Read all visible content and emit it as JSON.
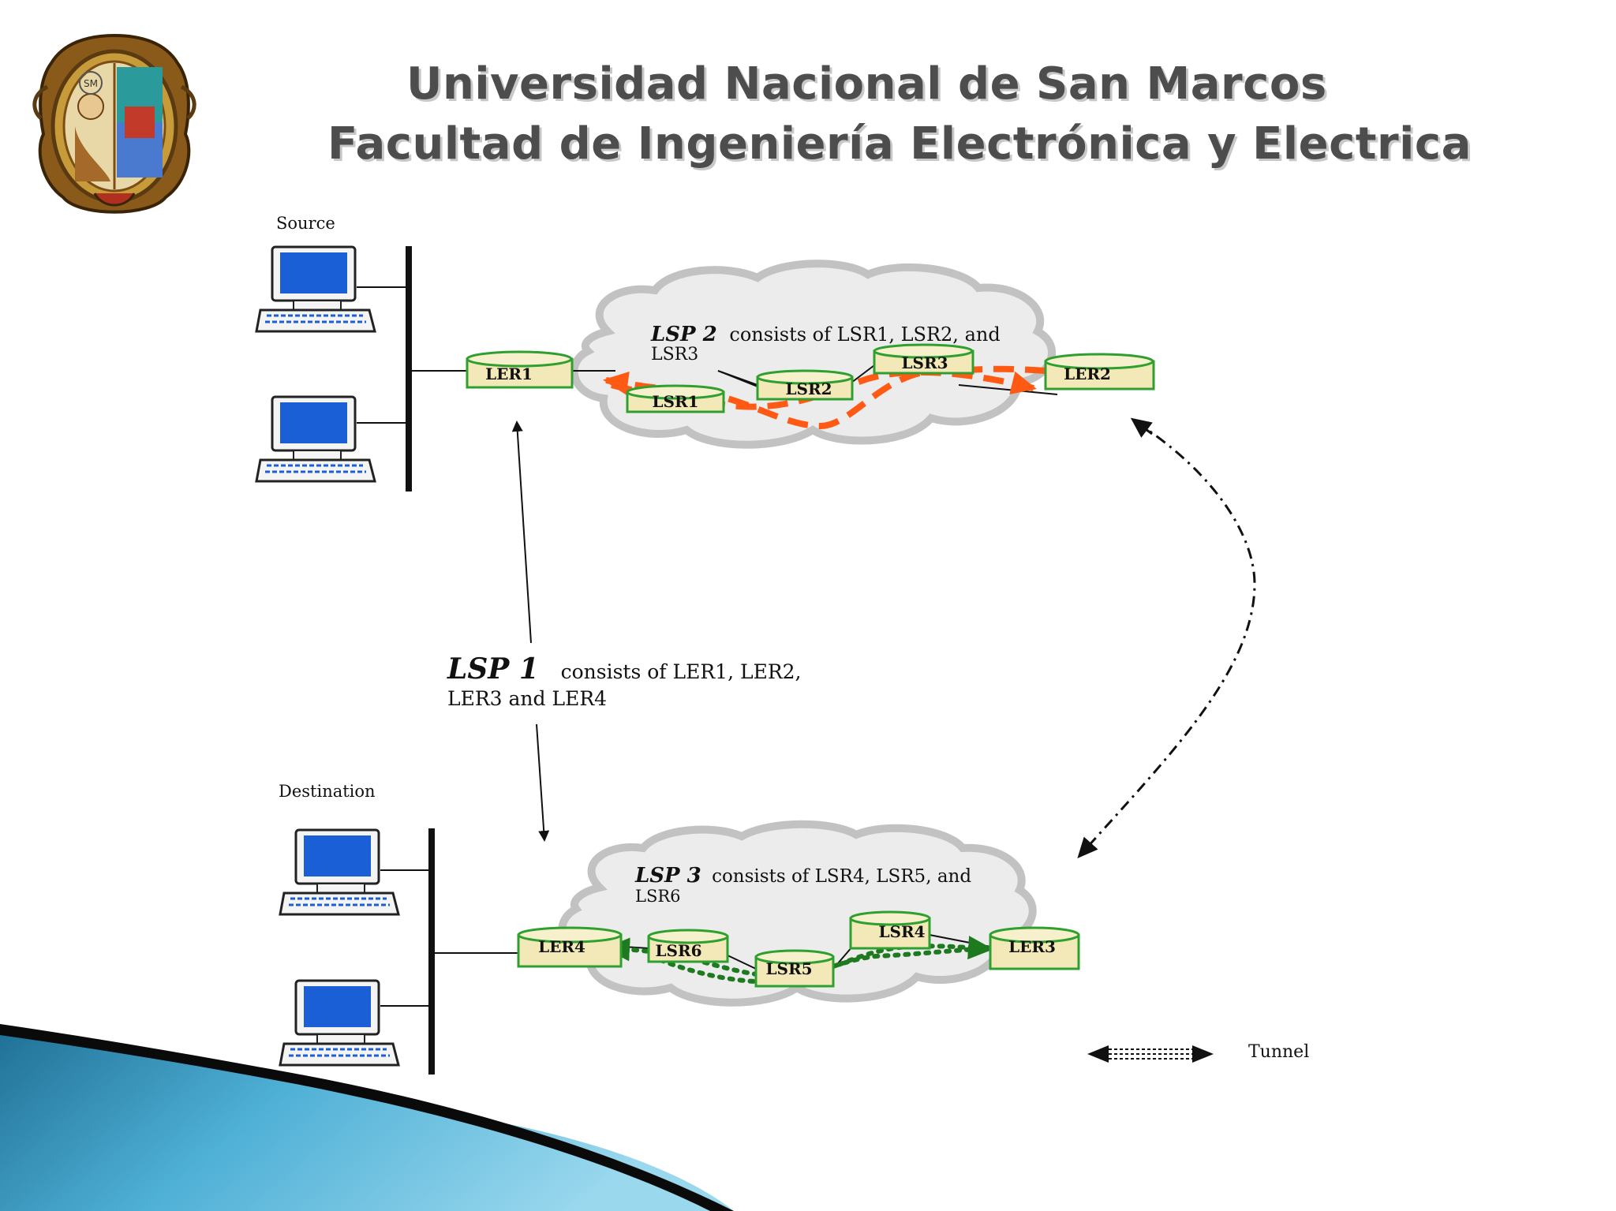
{
  "header": {
    "title_line_1": "Universidad Nacional de San Marcos",
    "title_line_2": "Facultad de Ingeniería Electrónica y Electrica",
    "logo_text": "SM"
  },
  "diagram": {
    "source_label": "Source",
    "destination_label": "Destination",
    "lsp1": {
      "name": "LSP 1",
      "text_1": "consists of LER1, LER2,",
      "text_2": "LER3 and LER4"
    },
    "lsp2": {
      "name": "LSP 2",
      "text_1": "consists of LSR1, LSR2, and",
      "text_2": "LSR3"
    },
    "lsp3": {
      "name": "LSP 3",
      "text_1": "consists of LSR4, LSR5, and",
      "text_2": "LSR6"
    },
    "nodes": {
      "ler1": "LER1",
      "ler2": "LER2",
      "ler3": "LER3",
      "ler4": "LER4",
      "lsr1": "LSR1",
      "lsr2": "LSR2",
      "lsr3": "LSR3",
      "lsr4": "LSR4",
      "lsr5": "LSR5",
      "lsr6": "LSR6"
    },
    "legend": {
      "tunnel": "Tunnel"
    },
    "colors": {
      "lsp2": "#ff5a14",
      "lsp3": "#1e7a1e",
      "node_fill": "#f3e9b8",
      "node_stroke": "#2fa02f",
      "monitor": "#1a5fd6"
    }
  }
}
